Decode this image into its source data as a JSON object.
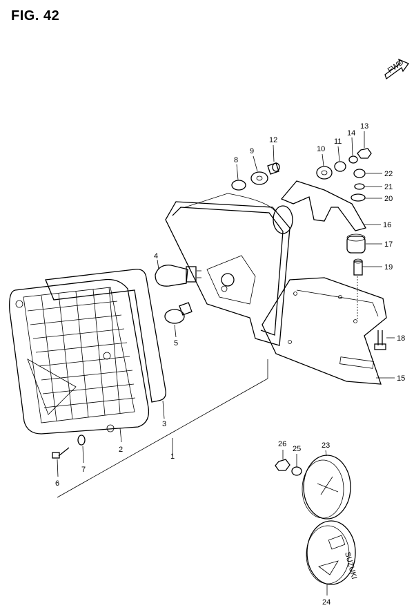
{
  "figure": {
    "title": "FIG. 42"
  },
  "callouts": {
    "c1": "1",
    "c2": "2",
    "c3": "3",
    "c4": "4",
    "c5": "5",
    "c6": "6",
    "c7": "7",
    "c8": "8",
    "c9": "9",
    "c10": "10",
    "c11": "11",
    "c12": "12",
    "c13": "13",
    "c14": "14",
    "c15": "15",
    "c16": "16",
    "c17": "17",
    "c18": "18",
    "c19": "19",
    "c20": "20",
    "c21": "21",
    "c22": "22",
    "c23": "23",
    "c24": "24",
    "c25": "25",
    "c26": "26"
  },
  "markings": {
    "front_arrow": "FWD",
    "cap_logo": "SUZUKI"
  }
}
